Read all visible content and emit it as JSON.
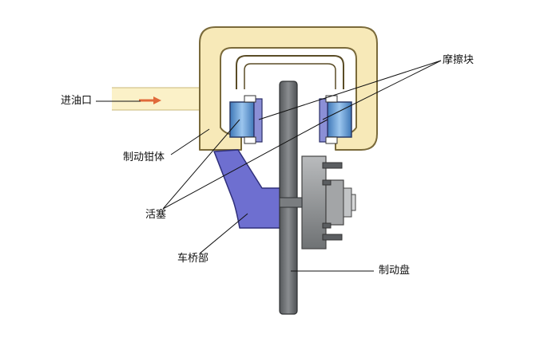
{
  "labels": {
    "oil_inlet": "进油口",
    "caliper_body": "制动钳体",
    "piston": "活塞",
    "axle": "车桥部",
    "friction_pad": "摩擦块",
    "brake_disc": "制动盘"
  },
  "colors": {
    "caliper_fill": "#f7e9b8",
    "caliper_stroke": "#7a6a3a",
    "piston_fill": "#5a8fc8",
    "pad_fill": "#8b8fd6",
    "axle_fill": "#6e6fd0",
    "disc_fill": "#6a6d70",
    "hub_fill": "#9a9c9e",
    "arrow": "#e06a3a"
  }
}
